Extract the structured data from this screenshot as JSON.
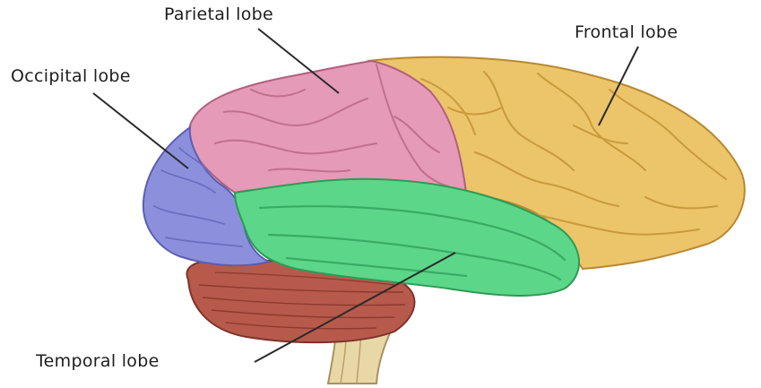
{
  "labels": {
    "parietal": "Parietal lobe",
    "frontal": "Frontal lobe",
    "occipital": "Occipital lobe",
    "temporal": "Temporal lobe"
  },
  "colors": {
    "frontal": "#ecc46a",
    "parietal": "#e59ab8",
    "occipital": "#8c90dc",
    "temporal": "#5cd688",
    "cerebellum": "#b75a4c",
    "brainstem": "#e8d8a8",
    "leader_line": "#2a2a2a"
  }
}
